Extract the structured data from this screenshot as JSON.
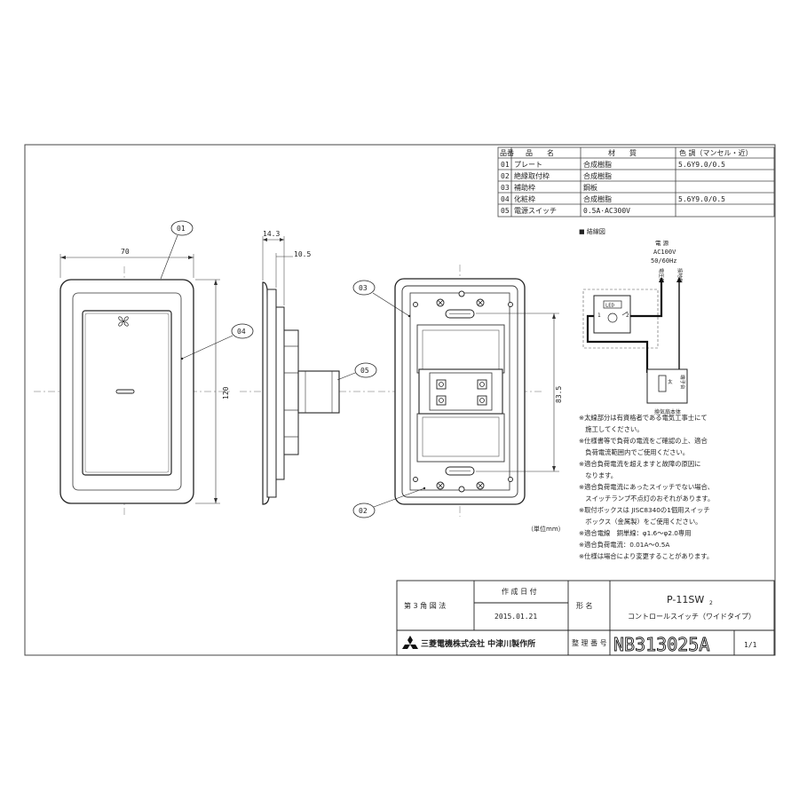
{
  "parts_table": {
    "headers": {
      "no": "品番",
      "name": "品　　名",
      "material": "材　　質",
      "color": "色 調（マンセル・近）"
    },
    "rows": [
      {
        "no": "01",
        "name": "プレート",
        "material": "合成樹脂",
        "color": "5.6Y9.0/0.5"
      },
      {
        "no": "02",
        "name": "絶縁取付枠",
        "material": "合成樹脂",
        "color": ""
      },
      {
        "no": "03",
        "name": "補助枠",
        "material": "鋼板",
        "color": ""
      },
      {
        "no": "04",
        "name": "化粧枠",
        "material": "合成樹脂",
        "color": "5.6Y9.0/0.5"
      },
      {
        "no": "05",
        "name": "電源スイッチ",
        "material": "0.5A·AC300V",
        "color": ""
      }
    ]
  },
  "wiring": {
    "title": "■ 結線図",
    "power_label": "電 源",
    "voltage": "AC100V",
    "frequency": "50/60Hz",
    "live_side": "電圧側",
    "ground_side": "接地側",
    "led": "LED",
    "terminal_1": "1",
    "terminal_2": "2",
    "motor_label": "換気扇本体",
    "motor_mark": "太",
    "box_label": "端子台"
  },
  "dimensions": {
    "width": "70",
    "height": "120",
    "depth_total": "14.3",
    "depth_front": "10.5",
    "mount_pitch": "83.5"
  },
  "callouts": [
    "01",
    "02",
    "03",
    "04",
    "05"
  ],
  "unit": "（単位mm）",
  "notes": [
    "※太線部分は有資格者である電気工事士にて",
    "　施工してください。",
    "※仕様書等で負荷の電流をご確認の上、適合",
    "　負荷電流範囲内でご使用ください。",
    "※適合負荷電流を超えますと故障の原因に",
    "　なります。",
    "※適合負荷電流にあったスイッチでない場合、",
    "　スイッチランプ不点灯のおそれがあります。",
    "※取付ボックスは JISC8340の1個用スイッチ",
    "　ボックス（金属製）をご使用ください。",
    "※適合電線　銅単線：φ1.6〜φ2.0専用",
    "※適合負荷電流：0.01A〜0.5A",
    "※仕様は場合により変更することがあります。"
  ],
  "title_block": {
    "projection": "第 3 角 図 法",
    "date_label": "作 成 日 付",
    "date": "2015.01.21",
    "model_label": "形 名",
    "model": "P-11SW",
    "model_sub": "2",
    "product": "コントロールスイッチ（ワイドタイプ）",
    "company": "三菱電機株式会社 中津川製作所",
    "number_label": "整 理 番 号",
    "number": "NB313025A",
    "sheet": "1/1"
  }
}
